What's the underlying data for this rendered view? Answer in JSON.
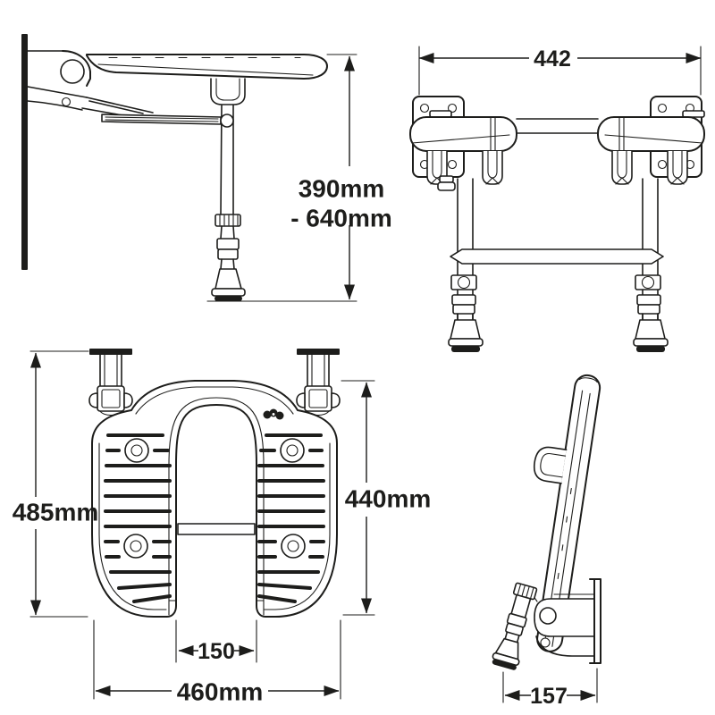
{
  "drawing": {
    "colors": {
      "line": "#1d1d1b",
      "background": "#ffffff"
    },
    "views": {
      "side_leg_down": {
        "height_line1": "390mm",
        "height_line2": "- 640mm"
      },
      "front": {
        "width": "442"
      },
      "plan": {
        "overall_depth": "485mm",
        "seat_depth": "440mm",
        "aperture_width": "150",
        "overall_width": "460mm"
      },
      "side_folded": {
        "wall_projection": "157"
      }
    }
  }
}
